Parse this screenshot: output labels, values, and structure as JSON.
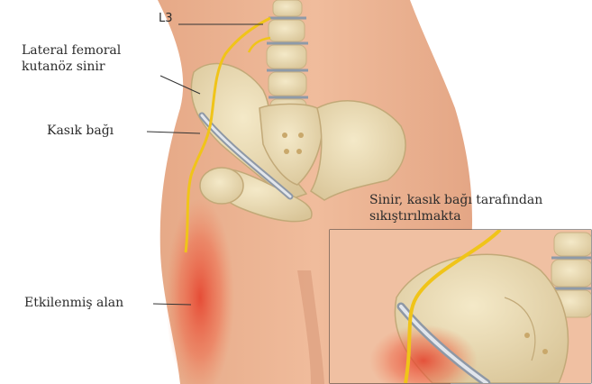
{
  "labels": {
    "l3": "L3",
    "lateral_femoral_line1": "Lateral femoral",
    "lateral_femoral_line2": "kutanöz sinir",
    "kasik_bagi": "Kasık bağı",
    "etkilenmis_alan": "Etkilenmiş alan",
    "inset_caption_line1": "Sinir, kasık bağı tarafından",
    "inset_caption_line2": "sıkıştırılmakta"
  },
  "colors": {
    "skin": "#e9b08e",
    "bone": "#eddfb6",
    "nerve": "#f0c419",
    "ligament": "#cfd4dc",
    "inflammation": "#e84a34"
  }
}
